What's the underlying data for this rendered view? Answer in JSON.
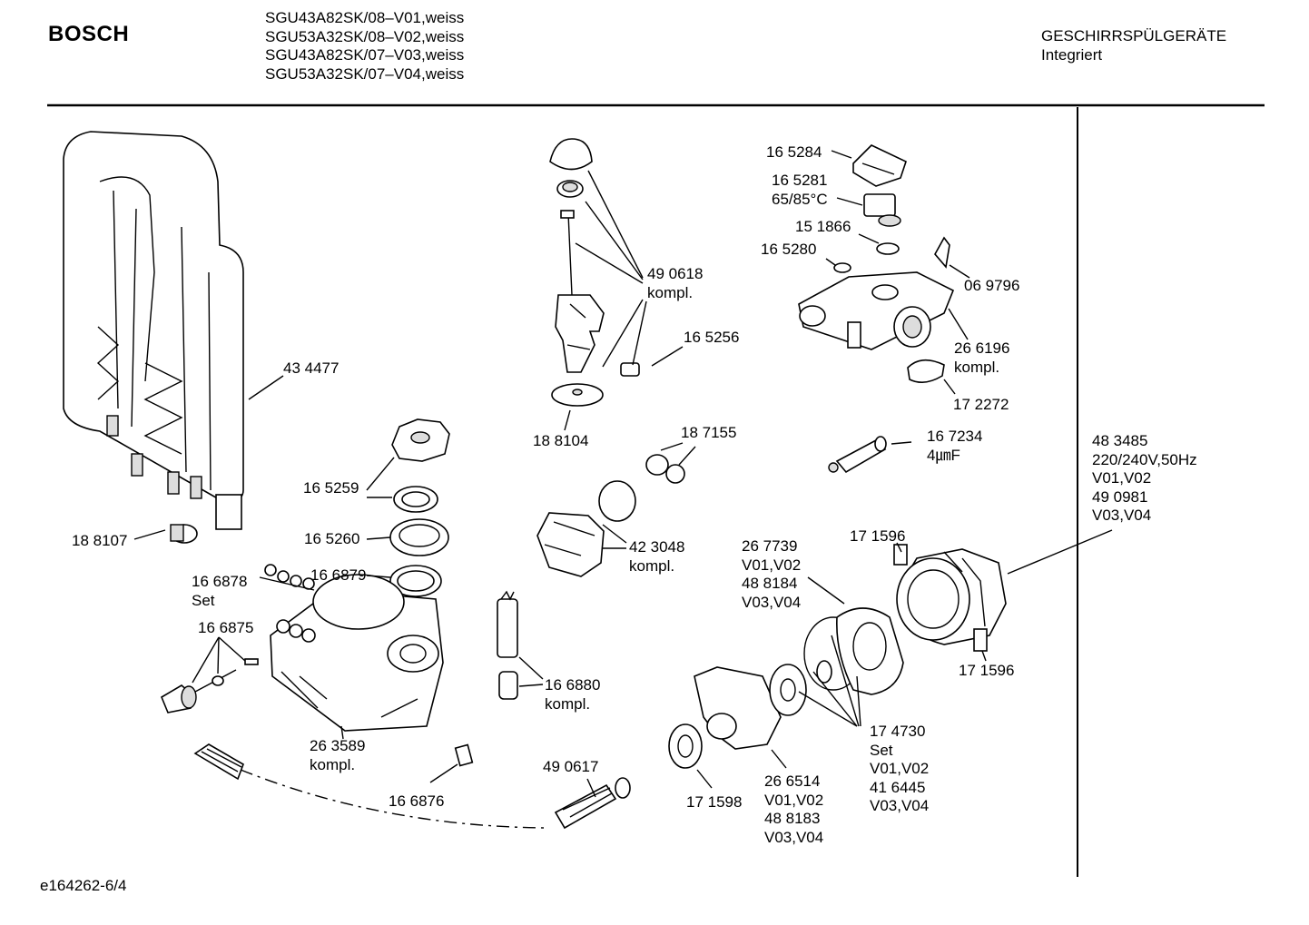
{
  "header": {
    "brand": "BOSCH",
    "models": [
      "SGU43A82SK/08–V01,weiss",
      "SGU53A32SK/08–V02,weiss",
      "SGU43A82SK/07–V03,weiss",
      "SGU53A32SK/07–V04,weiss"
    ],
    "category": "GESCHIRRSPÜLGERÄTE",
    "subcategory": "Integriert"
  },
  "footer": {
    "code": "e164262-6/4"
  },
  "labels": [
    {
      "id": "p434477",
      "lines": [
        "43 4477"
      ]
    },
    {
      "id": "p188107",
      "lines": [
        "18 8107"
      ]
    },
    {
      "id": "p490618",
      "lines": [
        "49 0618",
        "kompl."
      ]
    },
    {
      "id": "p165256",
      "lines": [
        "16 5256"
      ]
    },
    {
      "id": "p188104",
      "lines": [
        "18 8104"
      ]
    },
    {
      "id": "p165284",
      "lines": [
        "16 5284"
      ]
    },
    {
      "id": "p165281",
      "lines": [
        "16 5281",
        "65/85°C"
      ]
    },
    {
      "id": "p151866",
      "lines": [
        "15 1866"
      ]
    },
    {
      "id": "p165280",
      "lines": [
        "16 5280"
      ]
    },
    {
      "id": "p069796",
      "lines": [
        "06 9796"
      ]
    },
    {
      "id": "p266196",
      "lines": [
        "26 6196",
        "kompl."
      ]
    },
    {
      "id": "p172272",
      "lines": [
        "17 2272"
      ]
    },
    {
      "id": "p167234",
      "lines": [
        "16 7234",
        "4㎛F"
      ]
    },
    {
      "id": "p483485",
      "lines": [
        "48 3485",
        "220/240V,50Hz",
        "V01,V02",
        "49 0981",
        "V03,V04"
      ]
    },
    {
      "id": "p187155",
      "lines": [
        "18 7155"
      ]
    },
    {
      "id": "p165259",
      "lines": [
        "16 5259"
      ]
    },
    {
      "id": "p165260",
      "lines": [
        "16 5260"
      ]
    },
    {
      "id": "p166878",
      "lines": [
        "16 6878",
        "Set"
      ]
    },
    {
      "id": "p166879",
      "lines": [
        "16 6879"
      ]
    },
    {
      "id": "p166875",
      "lines": [
        "16 6875"
      ]
    },
    {
      "id": "p423048",
      "lines": [
        "42 3048",
        "kompl."
      ]
    },
    {
      "id": "p267739",
      "lines": [
        "26 7739",
        "V01,V02",
        "48 8184",
        "V03,V04"
      ]
    },
    {
      "id": "p171596a",
      "lines": [
        "17 1596"
      ]
    },
    {
      "id": "p171596b",
      "lines": [
        "17 1596"
      ]
    },
    {
      "id": "p166880",
      "lines": [
        "16 6880",
        "kompl."
      ]
    },
    {
      "id": "p263589",
      "lines": [
        "26 3589",
        "kompl."
      ]
    },
    {
      "id": "p166876",
      "lines": [
        "16 6876"
      ]
    },
    {
      "id": "p490617",
      "lines": [
        "49 0617"
      ]
    },
    {
      "id": "p171598",
      "lines": [
        "17 1598"
      ]
    },
    {
      "id": "p266514",
      "lines": [
        "26 6514",
        "V01,V02",
        "48 8183",
        "V03,V04"
      ]
    },
    {
      "id": "p174730",
      "lines": [
        "17 4730",
        "Set",
        "V01,V02",
        "41 6445",
        "V03,V04"
      ]
    }
  ]
}
